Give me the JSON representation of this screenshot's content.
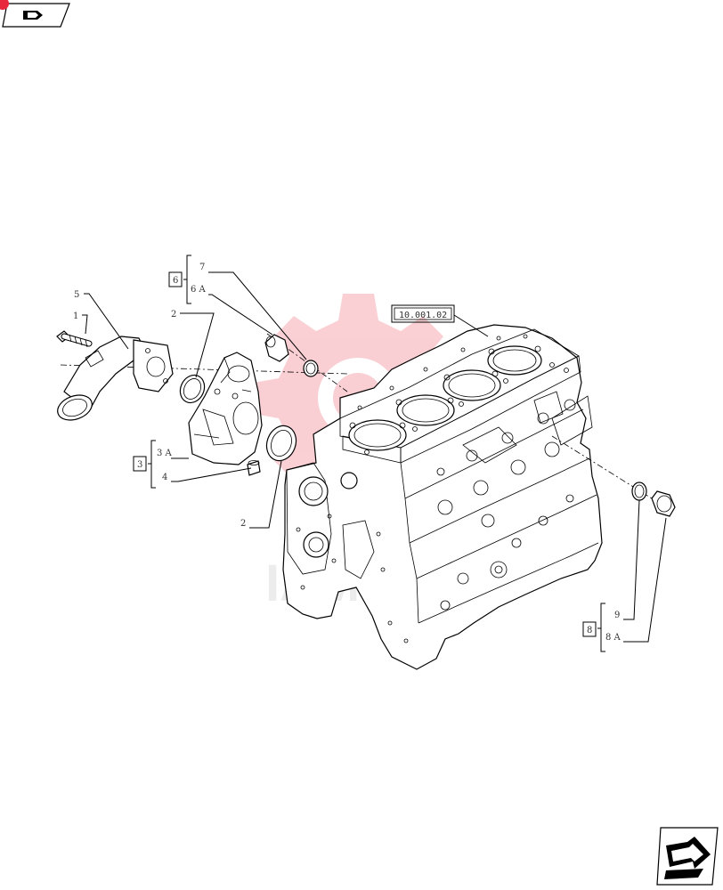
{
  "diagram": {
    "reference_code": "10.001.02",
    "callouts": {
      "c1": "1",
      "c5": "5",
      "c2_top": "2",
      "c2_bottom": "2",
      "c7": "7",
      "c6a": "6 A",
      "c3a": "3 A",
      "c4": "4",
      "c9": "9",
      "c8a": "8 A"
    },
    "groups": {
      "g6": "6",
      "g3": "3",
      "g8": "8"
    },
    "watermark_text": "IAMPEX"
  },
  "nav": {
    "prev_icon": "arrow-prev-icon",
    "next_icon": "arrow-next-icon"
  },
  "colors": {
    "line": "#000000",
    "watermark": "#e8283c",
    "badge": "#e8283c"
  }
}
